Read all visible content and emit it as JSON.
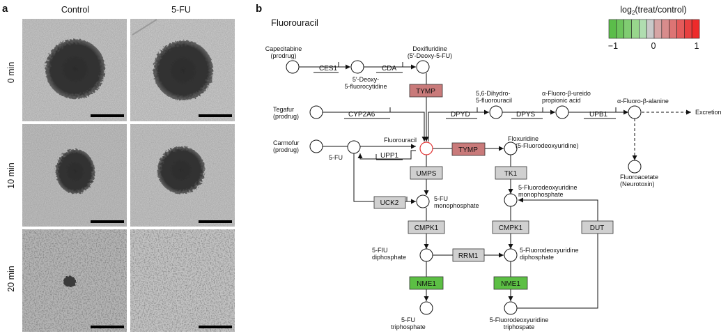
{
  "panel_a": {
    "label": "a",
    "columns": [
      "Control",
      "5-FU"
    ],
    "rows": [
      "0 min",
      "10 min",
      "20 min"
    ]
  },
  "panel_b": {
    "label": "b",
    "title": "Fluorouracil",
    "legend": {
      "title_main": "log",
      "title_sub": "2",
      "title_rest": "(treat/control)",
      "ticks": [
        "−1",
        "0",
        "1"
      ],
      "colors": [
        "#5bbd4a",
        "#6cc45c",
        "#80cc72",
        "#98d68c",
        "#b0ddb0",
        "#c9c9c9",
        "#d6a5a5",
        "#d88c8c",
        "#dd7474",
        "#e35b5b",
        "#e84040",
        "#ee2a2a"
      ]
    },
    "colors": {
      "red_enzyme": "#c97a7a",
      "green_enzyme": "#5cbf44",
      "grey_enzyme": "#d0d0d0",
      "fluorouracil_node": "#e03030"
    },
    "compounds": {
      "capecitabine": [
        "Capecitabine",
        "(prodrug)"
      ],
      "deoxy5fc": [
        "5′-Deoxy-",
        "5-fluorocytidine"
      ],
      "doxifluridine": [
        "Doxifluridine",
        "(5′-Deoxy-5-FU)"
      ],
      "dihydro": [
        "5,6-Dihydro-",
        "5-fluorouracil"
      ],
      "ureido": [
        "α-Fluoro-β-ureido",
        "propionic acid"
      ],
      "alanine": [
        "α-Fluoro-β-alanine"
      ],
      "excretion": "Excretion",
      "tegafur": [
        "Tegafur",
        "(prodrug)"
      ],
      "carmofur": [
        "Carmofur",
        "(prodrug)"
      ],
      "fluorouracil": "Fluorouracil",
      "fu5": "5-FU",
      "floxuridine": [
        "Floxuridine",
        "(5-Fluorodeoxyuridine)"
      ],
      "fluoroacetate": [
        "Fluoroacetate",
        "(Neurotoxin)"
      ],
      "fu_mono": [
        "5-FU",
        "monophosphate"
      ],
      "fdu_mono": [
        "5-Fluorodeoxyuridine",
        "monophosphate"
      ],
      "fiu_di": [
        "5-FIU",
        "diphosphate"
      ],
      "fdu_di": [
        "5-Fluorodeoxyuridine",
        "diphosphate"
      ],
      "fu_tri": [
        "5-FU",
        "triphosphate"
      ],
      "fdu_tri": [
        "5-Fluorodeoxyuridine",
        "triphospate"
      ]
    },
    "enzymes": {
      "ces1": "CES1",
      "cda": "CDA",
      "tymp_top": "TYMP",
      "cyp2a6": "CYP2A6",
      "dpyd": "DPYD",
      "dpys": "DPYS",
      "upb1": "UPB1",
      "upp1": "UPP1",
      "tymp_mid": "TYMP",
      "umps": "UMPS",
      "tk1": "TK1",
      "uck2": "UCK2",
      "cmpk1_a": "CMPK1",
      "cmpk1_b": "CMPK1",
      "dut": "DUT",
      "rrm1": "RRM1",
      "nme1_a": "NME1",
      "nme1_b": "NME1"
    }
  }
}
